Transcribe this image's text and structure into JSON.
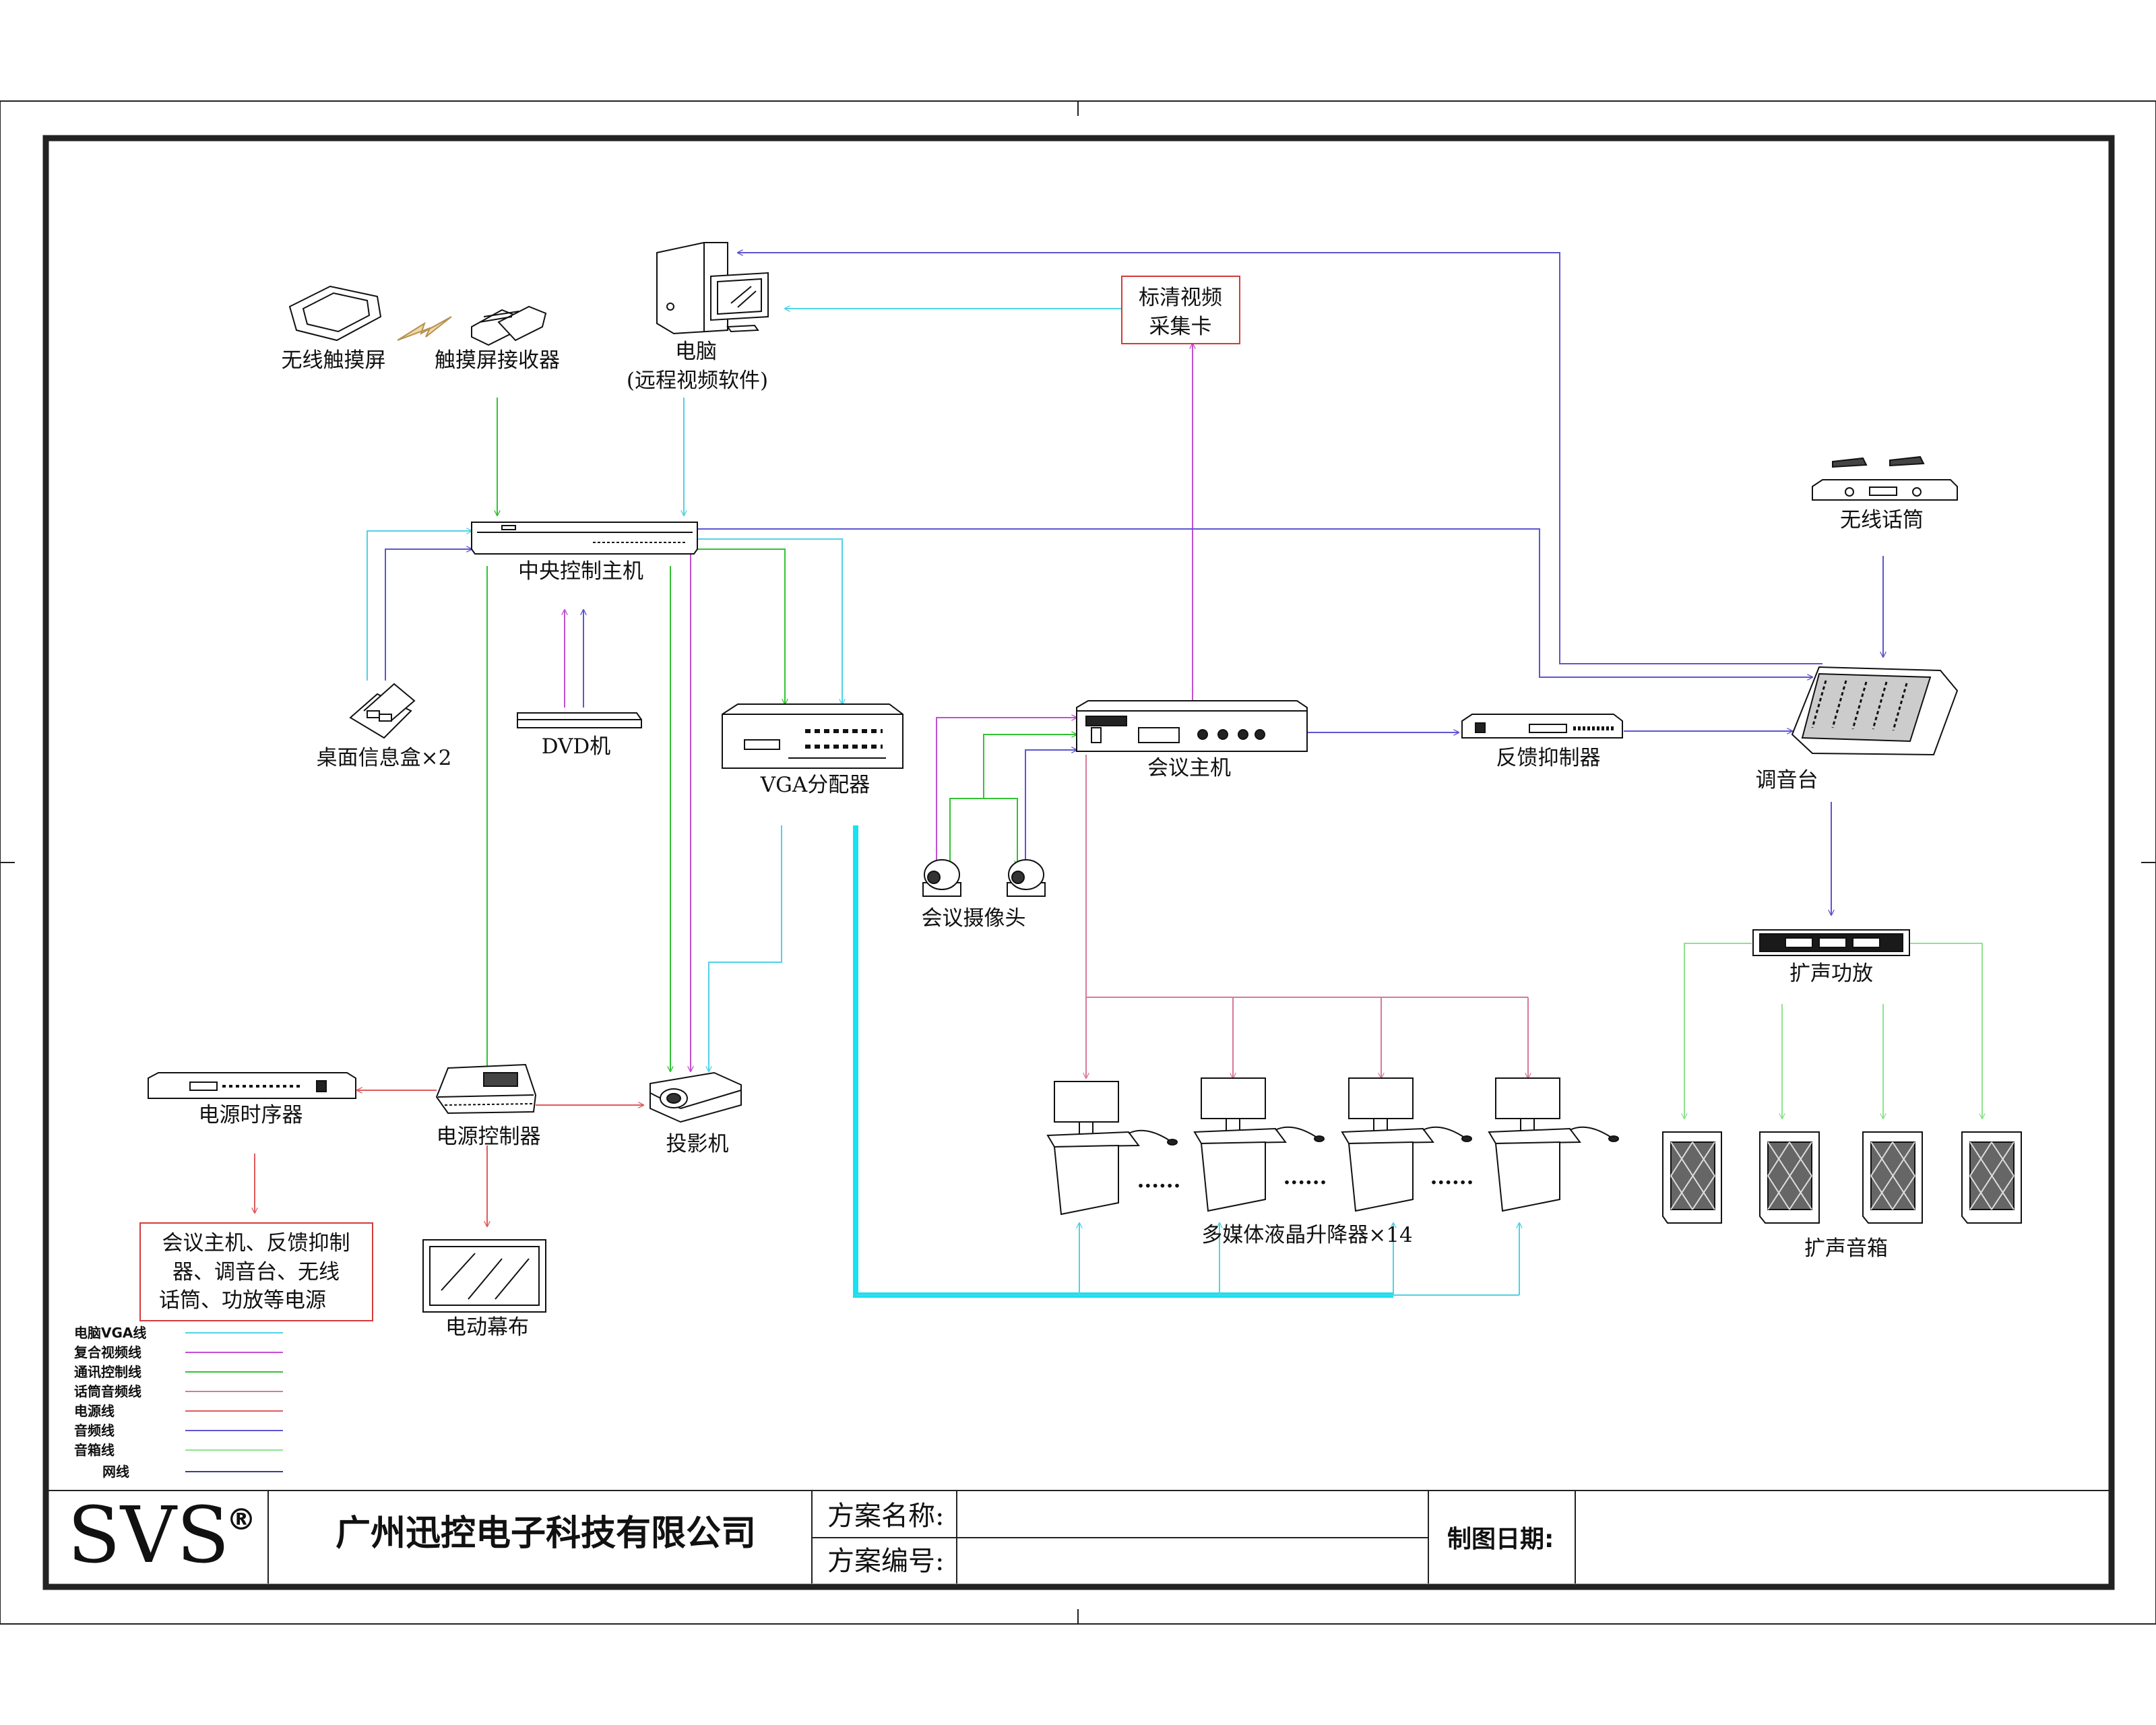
{
  "devices": {
    "pc": {
      "label": "电脑",
      "sublabel": "(远程视频软件)"
    },
    "capture_card": {
      "line1": "标清视频",
      "line2": "采集卡"
    },
    "wireless_touch": {
      "label": "无线触摸屏"
    },
    "touch_receiver": {
      "label": "触摸屏接收器"
    },
    "central_control": {
      "label": "中央控制主机"
    },
    "desk_box": {
      "label": "桌面信息盒×2"
    },
    "dvd": {
      "label": "DVD机"
    },
    "vga_splitter": {
      "label": "VGA分配器"
    },
    "conf_host": {
      "label": "会议主机"
    },
    "feedback": {
      "label": "反馈抑制器"
    },
    "mixer": {
      "label": "调音台"
    },
    "wireless_mic": {
      "label": "无线话筒"
    },
    "conf_camera": {
      "label": "会议摄像头"
    },
    "amplifier": {
      "label": "扩声功放"
    },
    "lcd_lifter": {
      "label": "多媒体液晶升降器×14",
      "dots": "......"
    },
    "speakers": {
      "label": "扩声音箱"
    },
    "power_seq": {
      "label": "电源时序器"
    },
    "power_ctrl": {
      "label": "电源控制器"
    },
    "projector": {
      "label": "投影机"
    },
    "screen": {
      "label": "电动幕布"
    },
    "power_note": {
      "line1": "会议主机、反馈抑制",
      "line2": "器、调音台、无线",
      "line3": "话筒、功放等电源"
    }
  },
  "legend": [
    {
      "label": "电脑VGA线",
      "color": "#4fd3e6"
    },
    {
      "label": "复合视频线",
      "color": "#c24fd0"
    },
    {
      "label": "通讯控制线",
      "color": "#33c233"
    },
    {
      "label": "话筒音频线",
      "color": "#d67a9a"
    },
    {
      "label": "电源线",
      "color": "#e05a5a"
    },
    {
      "label": "音频线",
      "color": "#5d55d0"
    },
    {
      "label": "音箱线",
      "color": "#8fe28f"
    },
    {
      "label": "网线",
      "color": "#3a3a9e"
    }
  ],
  "colors": {
    "vga": "#4fd3e6",
    "video": "#c24fd0",
    "ctrl": "#33c233",
    "mic": "#d67a9a",
    "power": "#e05a5a",
    "audio": "#5d55d0",
    "speaker": "#8fe28f",
    "net": "#3a3a9e",
    "thick_vga": "#19e1ef"
  },
  "title_block": {
    "logo": "SVS",
    "logo_mark": "®",
    "company": "广州迅控电子科技有限公司",
    "scheme_name_label": "方案名称:",
    "scheme_no_label": "方案编号:",
    "date_label": "制图日期:"
  }
}
